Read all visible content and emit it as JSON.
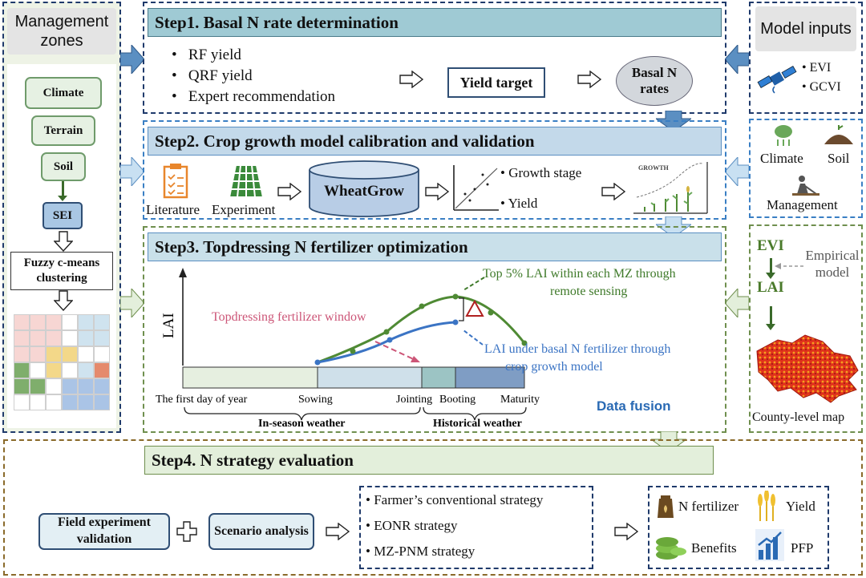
{
  "left_panel": {
    "title": "Management zones",
    "items": [
      "Climate",
      "Terrain",
      "Soil",
      "SEI"
    ],
    "clustering": "Fuzzy c-means clustering"
  },
  "right_panel": {
    "title": "Model inputs",
    "indices": [
      "• EVI",
      "• GCVI"
    ],
    "step2_inputs": [
      "Climate",
      "Soil",
      "Management"
    ],
    "evi": "EVI",
    "lai": "LAI",
    "empirical": "Empirical model",
    "map_label": "County-level map"
  },
  "step1": {
    "title": "Step1. Basal N rate determination",
    "bullets": [
      "RF yield",
      "QRF yield",
      "Expert recommendation"
    ],
    "yield_target": "Yield target",
    "basal": "Basal N rates"
  },
  "step2": {
    "title": "Step2. Crop growth model calibration and validation",
    "literature": "Literature",
    "experiment": "Experiment",
    "model": "WheatGrow",
    "outputs": [
      "• Growth stage",
      "• Yield"
    ],
    "growth_label": "GROWTH"
  },
  "step3": {
    "title": "Step3. Topdressing N fertilizer optimization",
    "ylabel": "LAI",
    "window": "Topdressing fertilizer window",
    "top_note": "Top 5% LAI within each MZ through remote sensing",
    "basal_note": "LAI under basal N fertilizer through crop growth model",
    "stages": [
      "The first day of year",
      "Sowing",
      "Jointing",
      "Booting",
      "Maturity"
    ],
    "weather_in": "In-season weather",
    "weather_hist": "Historical weather",
    "fusion": "Data fusion"
  },
  "step4": {
    "title": "Step4. N strategy evaluation",
    "validation": "Field experiment validation",
    "scenario": "Scenario analysis",
    "strategies": [
      "• Farmer’s conventional strategy",
      "• EONR strategy",
      "• MZ-PNM strategy"
    ],
    "outcomes": [
      "N fertilizer",
      "Yield",
      "Benefits",
      "PFP"
    ]
  },
  "colors": {
    "step1_header": "#9fcad4",
    "step2_header": "#c3d9ea",
    "step3_header": "#c9e0ea",
    "step4_header": "#e3efdb",
    "green_curve": "#4f8a34",
    "blue_curve": "#3b74c4",
    "pink": "#cc5577"
  }
}
